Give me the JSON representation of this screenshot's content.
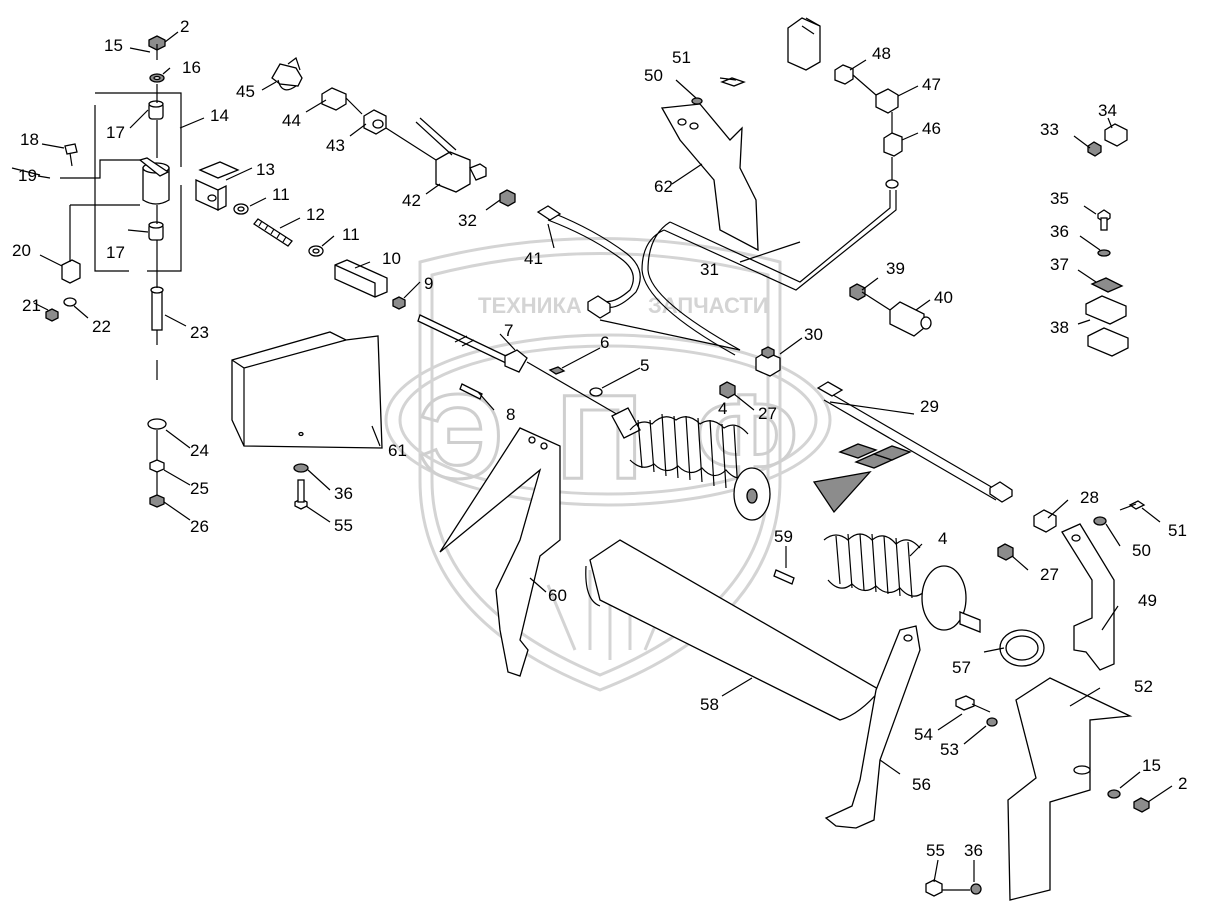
{
  "watermark": {
    "text_top": "ТЕХНИКА",
    "text_top2": "ЗАПЧАСТИ",
    "logo": "ЭПФ"
  },
  "callouts": {
    "c2a": "2",
    "c15a": "15",
    "c16": "16",
    "c14": "14",
    "c17a": "17",
    "c18": "18",
    "c19": "19",
    "c13": "13",
    "c11a": "11",
    "c12": "12",
    "c11b": "11",
    "c10": "10",
    "c9": "9",
    "c17b": "17",
    "c20": "20",
    "c21": "21",
    "c22": "22",
    "c23": "23",
    "c24": "24",
    "c25": "25",
    "c26": "26",
    "c45": "45",
    "c44": "44",
    "c43": "43",
    "c42": "42",
    "c32": "32",
    "c41": "41",
    "c51a": "51",
    "c50a": "50",
    "c62": "62",
    "c48": "48",
    "c47": "47",
    "c46": "46",
    "c31": "31",
    "c39": "39",
    "c40": "40",
    "c34": "34",
    "c33": "33",
    "c35": "35",
    "c36a": "36",
    "c37": "37",
    "c38": "38",
    "c7": "7",
    "c6": "6",
    "c5": "5",
    "c30": "30",
    "c4a": "4",
    "c27a": "27",
    "c29": "29",
    "c8": "8",
    "c61": "61",
    "c36b": "36",
    "c55a": "55",
    "c28": "28",
    "c51b": "51",
    "c50b": "50",
    "c27b": "27",
    "c4b": "4",
    "c59": "59",
    "c60": "60",
    "c49": "49",
    "c57": "57",
    "c58": "58",
    "c52": "52",
    "c54": "54",
    "c53": "53",
    "c15b": "15",
    "c2b": "2",
    "c56": "56",
    "c55b": "55",
    "c36c": "36"
  }
}
